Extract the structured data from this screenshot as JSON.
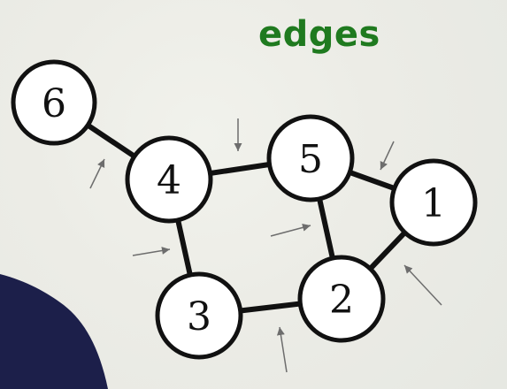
{
  "title": "edges",
  "colors": {
    "title": "#1f7a1f",
    "node_fill": "#ffffff",
    "node_stroke": "#111111",
    "arrow": "#6d6d6d",
    "presenter_shirt": "#1c1f4a"
  },
  "graph": {
    "nodes": [
      {
        "id": "6",
        "label": "6"
      },
      {
        "id": "4",
        "label": "4"
      },
      {
        "id": "5",
        "label": "5"
      },
      {
        "id": "1",
        "label": "1"
      },
      {
        "id": "3",
        "label": "3"
      },
      {
        "id": "2",
        "label": "2"
      }
    ],
    "edges": [
      {
        "from": "6",
        "to": "4"
      },
      {
        "from": "4",
        "to": "5"
      },
      {
        "from": "4",
        "to": "3"
      },
      {
        "from": "5",
        "to": "1"
      },
      {
        "from": "5",
        "to": "2"
      },
      {
        "from": "1",
        "to": "2"
      },
      {
        "from": "3",
        "to": "2"
      }
    ]
  }
}
